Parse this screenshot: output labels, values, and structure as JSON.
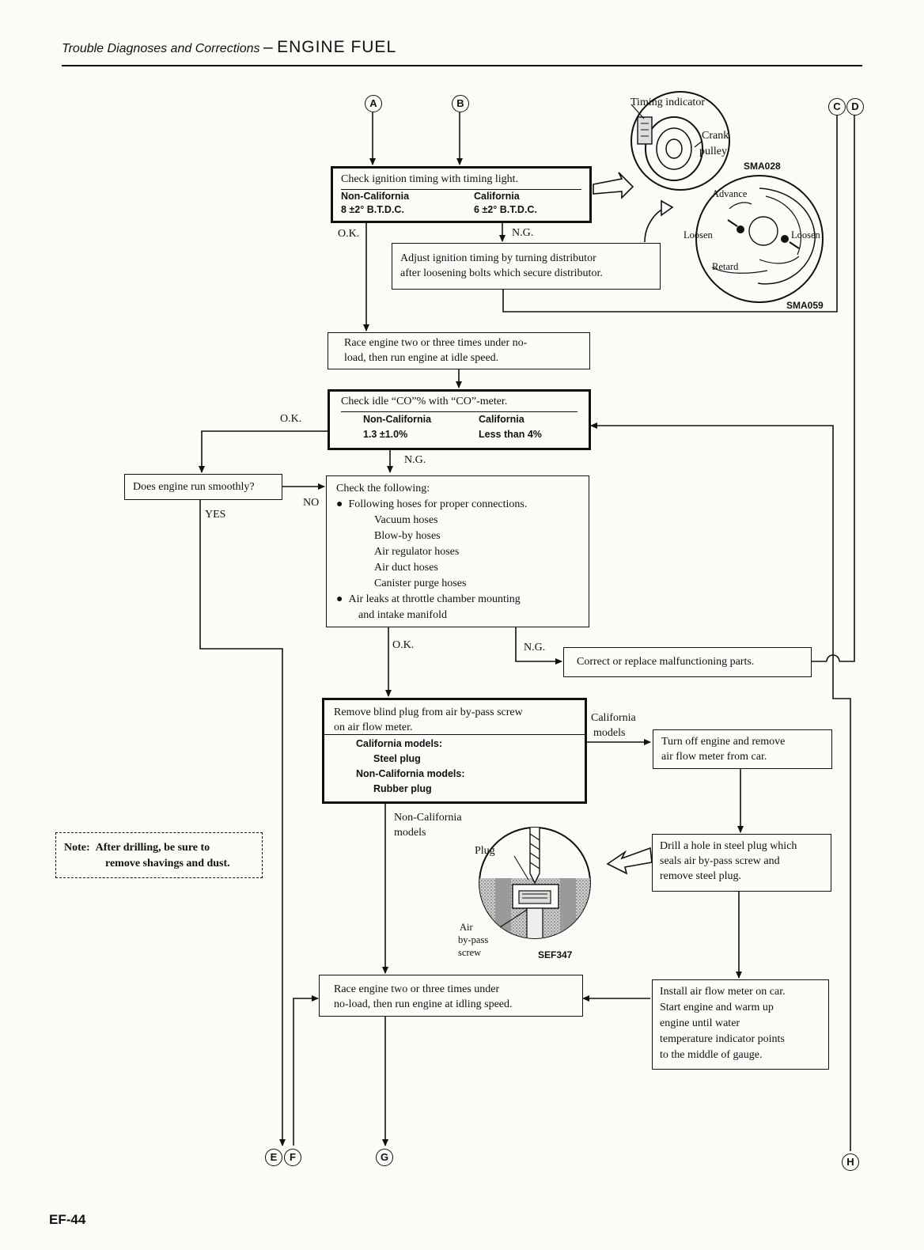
{
  "header": {
    "section": "Trouble Diagnoses and Corrections",
    "dash": "–",
    "title": "ENGINE FUEL"
  },
  "connectors": {
    "A": "A",
    "B": "B",
    "C": "C",
    "D": "D",
    "E": "E",
    "F": "F",
    "G": "G",
    "H": "H"
  },
  "boxes": {
    "timing": {
      "line1": "Check ignition timing with timing light.",
      "col1_head": "Non-California",
      "col2_head": "California",
      "col1_val": "8 ±2° B.T.D.C.",
      "col2_val": "6 ±2° B.T.D.C."
    },
    "adjust": {
      "line1": "Adjust ignition timing by turning distributor",
      "line2": "after loosening bolts which secure distributor."
    },
    "race1": {
      "line1": "Race engine two or three times under no-",
      "line2": "load, then run engine at idle speed."
    },
    "co": {
      "line1": "Check idle “CO”% with “CO”-meter.",
      "col1_head": "Non-California",
      "col2_head": "California",
      "col1_val": "1.3 ±1.0%",
      "col2_val": "Less than 4%"
    },
    "smooth": {
      "text": "Does engine run smoothly?"
    },
    "check": {
      "title": "Check the following:",
      "bullet1": "Following hoses for proper connections.",
      "items": [
        "Vacuum hoses",
        "Blow-by hoses",
        "Air regulator hoses",
        "Air duct hoses",
        "Canister purge hoses"
      ],
      "bullet2a": "Air leaks at throttle chamber mounting",
      "bullet2b": "and intake manifold"
    },
    "correct": {
      "text": "Correct or replace malfunctioning parts."
    },
    "blind": {
      "line1": "Remove blind plug from air by-pass screw",
      "line2": "on air flow meter.",
      "cal_head": "California models:",
      "cal_val": "Steel plug",
      "non_head": "Non-California models:",
      "non_val": "Rubber plug"
    },
    "turnoff": {
      "line1": "Turn off engine and remove",
      "line2": "air flow meter from car."
    },
    "drill": {
      "line1": "Drill a hole in steel plug which",
      "line2": "seals air by-pass screw and",
      "line3": "remove steel plug."
    },
    "race2": {
      "line1": "Race engine two or three times under",
      "line2": "no-load, then run engine at idling speed."
    },
    "install": {
      "line1": "Install air flow meter on car.",
      "line2": "Start engine and warm up",
      "line3": "engine until water",
      "line4": "temperature indicator points",
      "line5": "to the middle of gauge."
    },
    "note": {
      "label": "Note:",
      "line1": "After drilling, be sure to",
      "line2": "remove shavings and dust."
    }
  },
  "labels": {
    "ok": "O.K.",
    "ng": "N.G.",
    "yes": "YES",
    "no": "NO",
    "california_models_1": "California",
    "california_models_2": "models",
    "noncal_models_1": "Non-California",
    "noncal_models_2": "models"
  },
  "illustrations": {
    "timing_indicator": "Timing indicator",
    "crank1": "Crank",
    "crank2": "pulley",
    "sma028": "SMA028",
    "advance": "Advance",
    "loosen_l": "Loosen",
    "loosen_r": "Loosen",
    "retard": "Retard",
    "sma059": "SMA059",
    "plug": "Plug",
    "air1": "Air",
    "air2": "by-pass",
    "air3": "screw",
    "sef347": "SEF347"
  },
  "footer": {
    "page": "EF-44"
  }
}
